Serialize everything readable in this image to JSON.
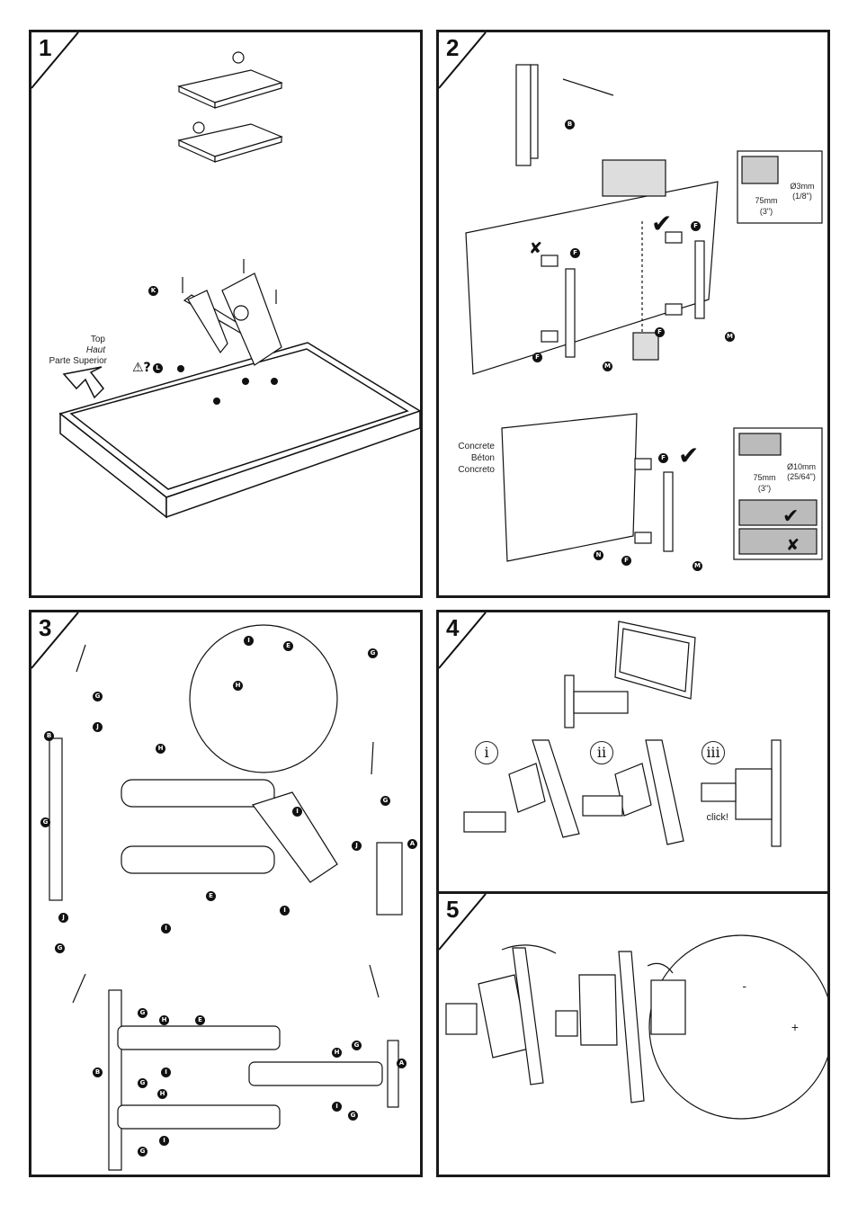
{
  "panels": {
    "p1": {
      "number": "1",
      "direction": {
        "top": "Top",
        "haut": "Haut",
        "superior": "Parte Superior"
      },
      "parts": [
        "K",
        "L"
      ]
    },
    "p2": {
      "number": "2",
      "wood_parts": [
        "B",
        "F",
        "F",
        "F",
        "F",
        "M",
        "M"
      ],
      "concrete_label": {
        "en": "Concrete",
        "fr": "Béton",
        "es": "Concreto"
      },
      "wood_detail": {
        "depth": "75mm",
        "depth_in": "(3\")",
        "drill": "Ø3mm",
        "drill_in": "(1/8\")"
      },
      "concrete_detail": {
        "depth": "75mm",
        "depth_in": "(3\")",
        "drill": "Ø10mm",
        "drill_in": "(25/64\")"
      },
      "concrete_parts": [
        "F",
        "F",
        "N",
        "M"
      ]
    },
    "p3": {
      "number": "3",
      "parts_top": [
        "I",
        "E",
        "H",
        "G",
        "J",
        "B",
        "G",
        "H",
        "E",
        "I",
        "G",
        "J",
        "A",
        "I",
        "I",
        "G",
        "J",
        "G"
      ],
      "parts_bottom": [
        "G",
        "H",
        "E",
        "I",
        "H",
        "B",
        "G",
        "A",
        "G",
        "H",
        "I",
        "G",
        "G",
        "I"
      ]
    },
    "p4": {
      "number": "4",
      "steps": [
        "i",
        "ii",
        "iii"
      ],
      "click_text": "click!"
    },
    "p5": {
      "number": "5",
      "minus": "-",
      "plus": "+"
    }
  },
  "colors": {
    "line": "#1a1a1a",
    "fill": "#ffffff",
    "shade": "#d9d9d9"
  }
}
